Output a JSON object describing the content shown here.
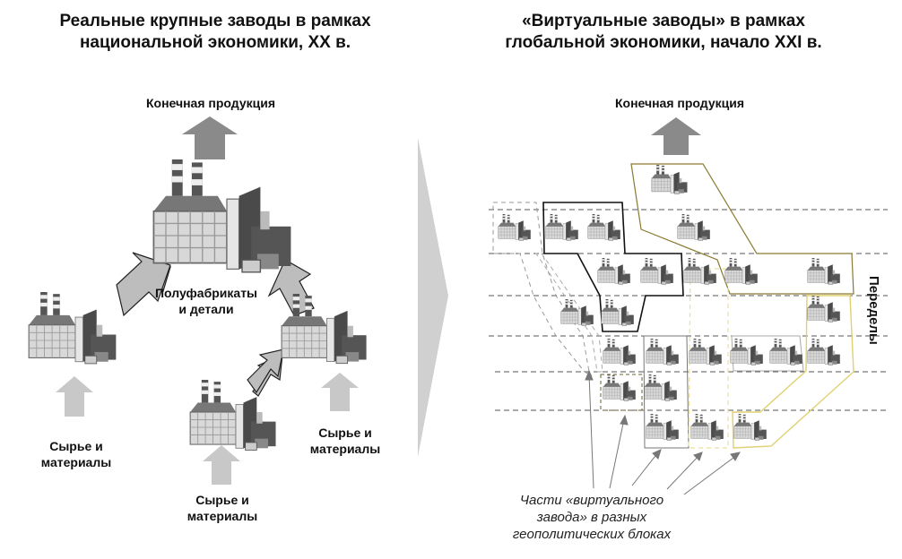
{
  "left_panel": {
    "title_line1": "Реальные крупные заводы в рамках",
    "title_line2": "национальной экономики, XX в.",
    "final_product": "Конечная продукция",
    "semi_finished_line1": "Полуфабрикаты",
    "semi_finished_line2": "и детали",
    "raw_materials": [
      {
        "line1": "Сырье и",
        "line2": "материалы"
      },
      {
        "line1": "Сырье и",
        "line2": "материалы"
      },
      {
        "line1": "Сырье и",
        "line2": "материалы"
      }
    ]
  },
  "right_panel": {
    "title_line1": "«Виртуальные заводы» в рамках",
    "title_line2": "глобальной экономики, начало XXI в.",
    "final_product": "Конечная продукция",
    "axis_label": "Переделы",
    "caption_line1": "Части «виртуального",
    "caption_line2": "завода» в разных",
    "caption_line3": "геополитических блоках"
  },
  "colors": {
    "arrow_dark": "#8a8a8a",
    "arrow_light": "#c8c8c8",
    "divider_arrow": "#d2d2d2",
    "block_black": "#111111",
    "block_olive": "#8a7a30",
    "block_yellow": "#e6d87a",
    "block_gray": "#888888",
    "dashed_line": "#555555"
  }
}
